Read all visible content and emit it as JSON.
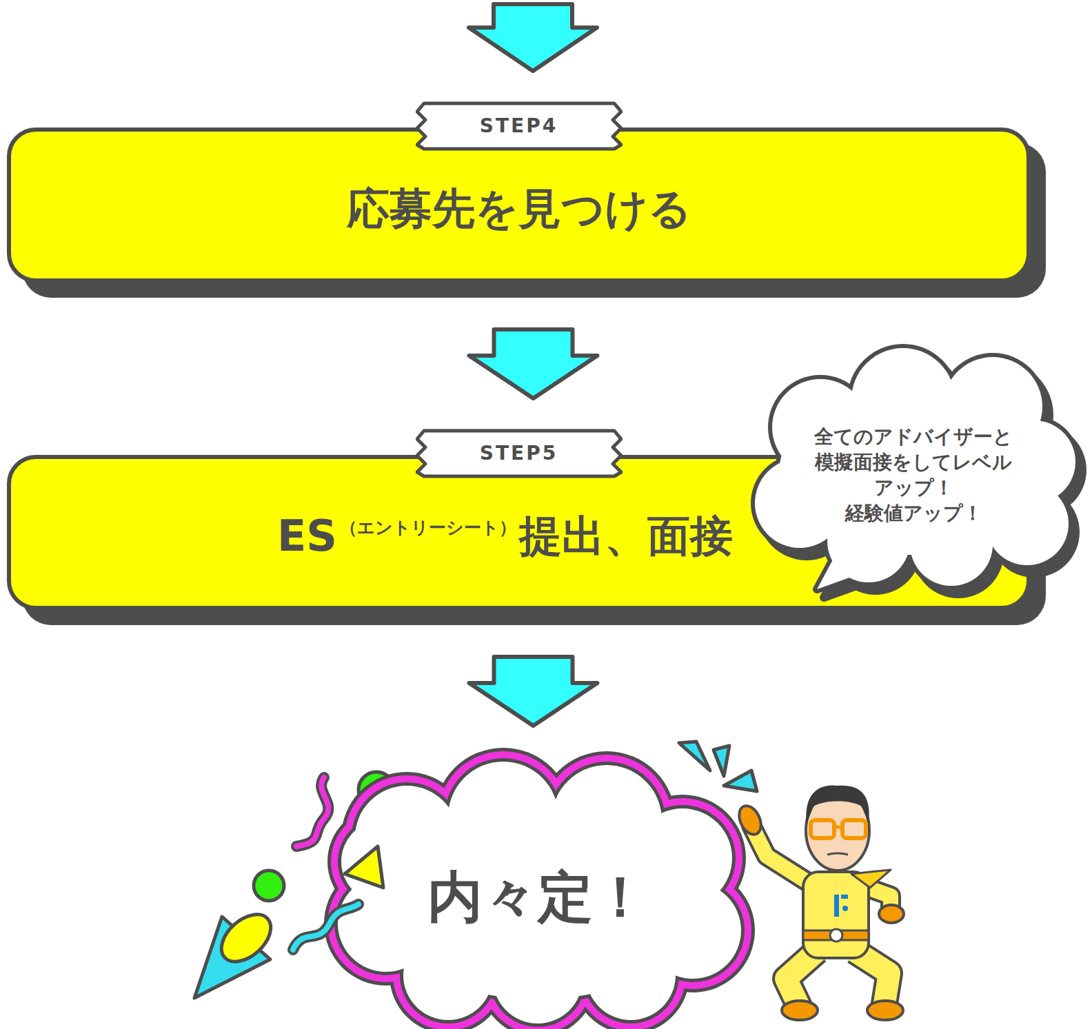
{
  "diagram": {
    "nodes": [
      {
        "text": [
          "STEP4",
          "応募先を見つける"
        ]
      },
      {
        "text": [
          "STEP5",
          "ES",
          "（エントリーシート）",
          "提出、面接"
        ]
      },
      {
        "text": [
          "全てのアドバイザーと 模擬面接をしてレベル アップ！ 経験値アップ！"
        ]
      },
      {
        "text": [
          "内々定！"
        ]
      }
    ],
    "edges": [
      {
        "from": 0,
        "to": 1,
        "arrow": "to"
      },
      {
        "from": 1,
        "to": 3,
        "arrow": "to"
      }
    ]
  }
}
